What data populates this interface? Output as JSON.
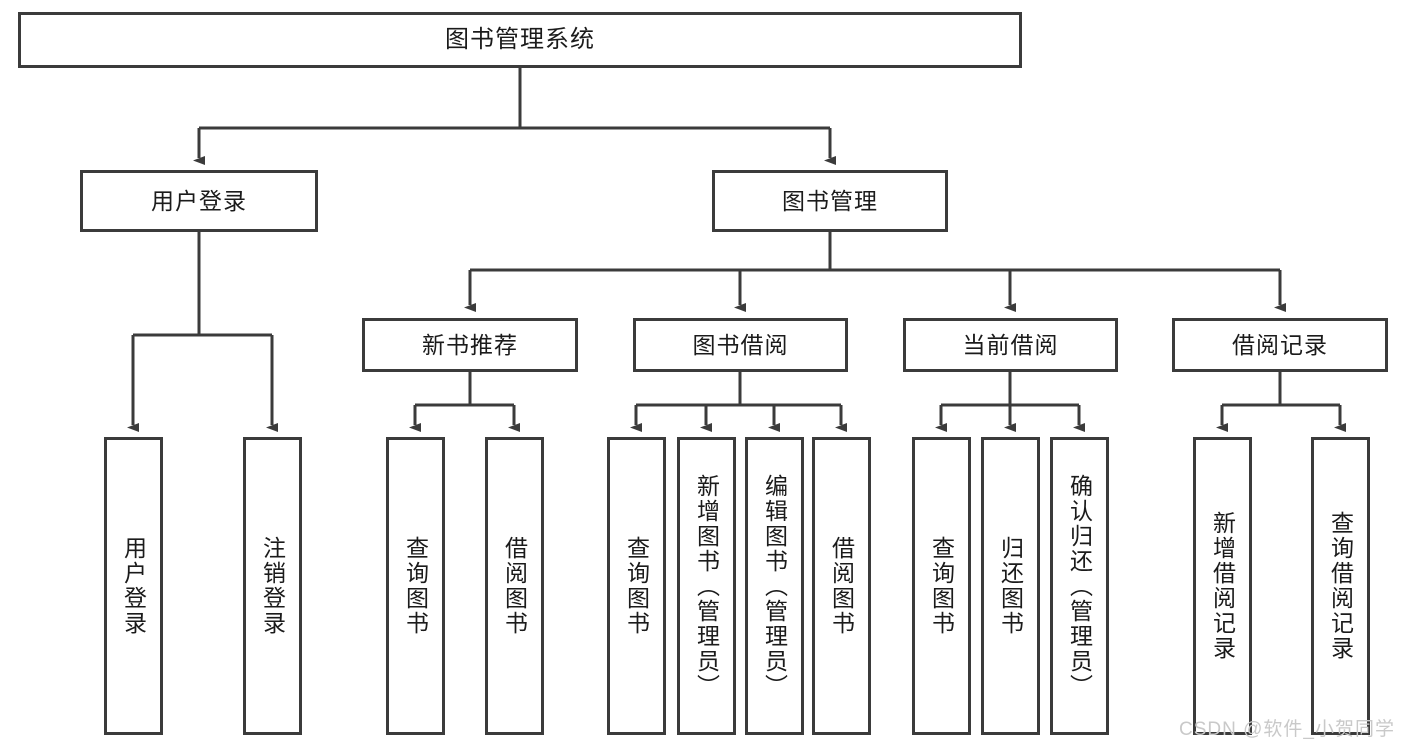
{
  "diagram": {
    "title": "图书管理系统",
    "type": "tree-hierarchy",
    "watermark": "CSDN @软件_小贺同学",
    "colors": {
      "border": "#3b3b3b",
      "background": "#ffffff",
      "text": "#1b1b1b",
      "watermark": "#c9c9c9"
    },
    "nodes": {
      "root": {
        "label": "图书管理系统"
      },
      "level2": [
        {
          "label": "用户登录"
        },
        {
          "label": "图书管理"
        }
      ],
      "level3": [
        {
          "label": "新书推荐"
        },
        {
          "label": "图书借阅"
        },
        {
          "label": "当前借阅"
        },
        {
          "label": "借阅记录"
        }
      ],
      "leaves": {
        "user_login": [
          {
            "label": "用户登录"
          },
          {
            "label": "注销登录"
          }
        ],
        "new_book_recommend": [
          {
            "label": "查询图书"
          },
          {
            "label": "借阅图书"
          }
        ],
        "book_borrow": [
          {
            "label": "查询图书"
          },
          {
            "label": "新增图书（管理员）"
          },
          {
            "label": "编辑图书（管理员）"
          },
          {
            "label": "借阅图书"
          }
        ],
        "current_borrow": [
          {
            "label": "查询图书"
          },
          {
            "label": "归还图书"
          },
          {
            "label": "确认归还（管理员）"
          }
        ],
        "borrow_record": [
          {
            "label": "新增借阅记录"
          },
          {
            "label": "查询借阅记录"
          }
        ]
      }
    }
  }
}
